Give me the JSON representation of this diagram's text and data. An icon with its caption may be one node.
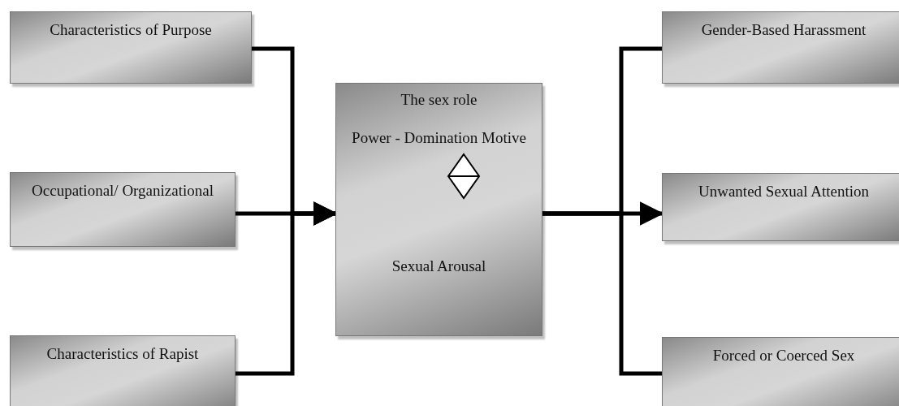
{
  "diagram": {
    "nodes": [
      {
        "text": [
          "Characteristics of Purpose"
        ]
      },
      {
        "text": [
          "Occupational/ Organizational"
        ]
      },
      {
        "text": [
          "Characteristics of Rapist"
        ]
      },
      {
        "text": [
          "The sex role",
          "Power - Domination Motive",
          "Sexual Arousal"
        ]
      },
      {
        "text": [
          "Gender-Based Harassment"
        ]
      },
      {
        "text": [
          "Unwanted Sexual Attention"
        ]
      },
      {
        "text": [
          "Forced or Coerced Sex"
        ]
      }
    ],
    "edges": [
      {
        "from": 0,
        "to": 3,
        "arrow": "to"
      },
      {
        "from": 1,
        "to": 3,
        "arrow": "to"
      },
      {
        "from": 2,
        "to": 3,
        "arrow": "to"
      },
      {
        "from": 3,
        "to": 4,
        "arrow": "none"
      },
      {
        "from": 3,
        "to": 5,
        "arrow": "to"
      },
      {
        "from": 3,
        "to": 6,
        "arrow": "none"
      }
    ]
  }
}
